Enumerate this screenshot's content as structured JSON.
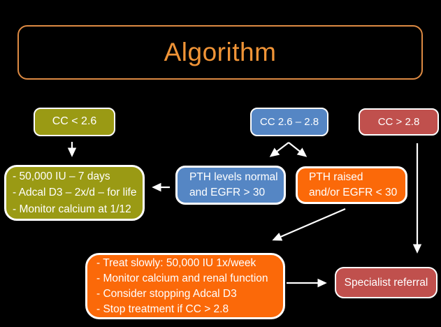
{
  "title": "Algorithm",
  "nodes": {
    "cc_low": {
      "label": "CC < 2.6"
    },
    "cc_mid": {
      "label": "CC 2.6 – 2.8"
    },
    "cc_high": {
      "label": "CC > 2.8"
    },
    "olive_details": {
      "lines": [
        "- 50,000 IU – 7 days",
        "- Adcal D3 – 2x/d – for life",
        "- Monitor calcium at 1/12"
      ]
    },
    "pth_normal": {
      "lines": [
        "PTH levels normal",
        "and EGFR > 30"
      ]
    },
    "pth_raised": {
      "lines": [
        "PTH raised",
        "and/or EGFR < 30"
      ]
    },
    "treat_slowly": {
      "lines": [
        "- Treat slowly: 50,000 IU 1x/week",
        "- Monitor calcium and renal function",
        "- Consider stopping Adcal D3",
        "- Stop treatment if CC > 2.8"
      ]
    },
    "specialist": {
      "label": "Specialist referral"
    }
  },
  "colors": {
    "background": "#000000",
    "olive": "#9A9A14",
    "blue": "#5586C4",
    "red": "#C0504D",
    "orange": "#FB6909",
    "title_text": "#F09437",
    "title_border": "#DD8A43",
    "box_border": "#FFFFFF",
    "text": "#FFFFFF",
    "arrow": "#FFFFFF"
  }
}
